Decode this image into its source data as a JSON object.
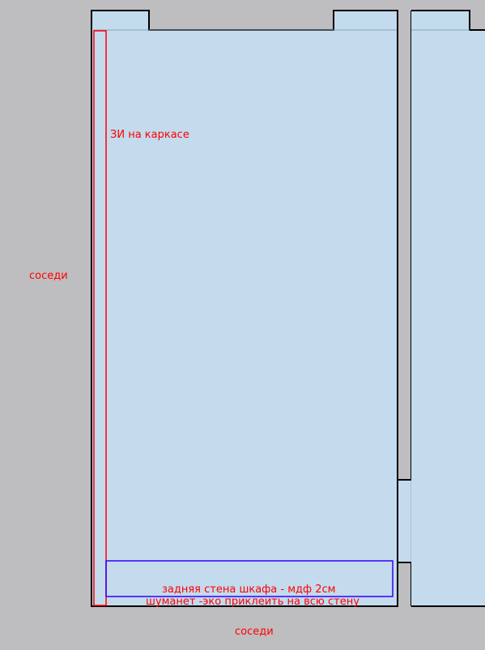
{
  "colors": {
    "background": "#bebec1",
    "room_fill": "#c3dbed",
    "wall_stroke": "#000000",
    "annotation_red": "#ff0000",
    "annotation_blue": "#3300ff"
  },
  "labels": {
    "insulation_on_frame": "ЗИ на каркасе",
    "neighbors_left": "соседи",
    "neighbors_bottom": "соседи",
    "wardrobe_back_wall": "задняя стена шкафа - мдф 2см",
    "shumanet_note": "шуманет -эко приклеить на всю стену"
  },
  "icons": {
    "insulation_zone": "red-rectangle-outline",
    "wardrobe_zone": "blue-rectangle-outline"
  }
}
